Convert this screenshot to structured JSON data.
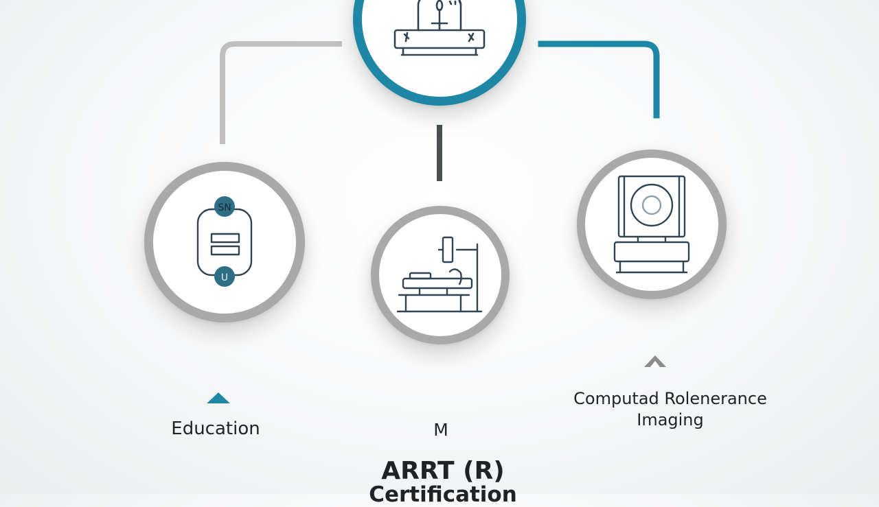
{
  "colors": {
    "accent": "#1f87a6",
    "neutral_ring": "#a9a9a9",
    "icon_stroke": "#2f4450",
    "connector_gray": "#bfbfbf",
    "connector_dark": "#4a4f52"
  },
  "nodes": [
    {
      "id": "top",
      "icon": "altar-desk-icon"
    },
    {
      "id": "left",
      "icon": "education-document-icon"
    },
    {
      "id": "mid",
      "icon": "xray-machine-icon"
    },
    {
      "id": "right",
      "icon": "ct-scanner-icon"
    }
  ],
  "labels": {
    "education": "Education",
    "m": "M",
    "ct": "Computad Rolenerance Imaging",
    "arrt": "ARRT (R)",
    "certification": "Certification"
  },
  "badges": {
    "education_top": "SN",
    "education_bottom": "U"
  }
}
